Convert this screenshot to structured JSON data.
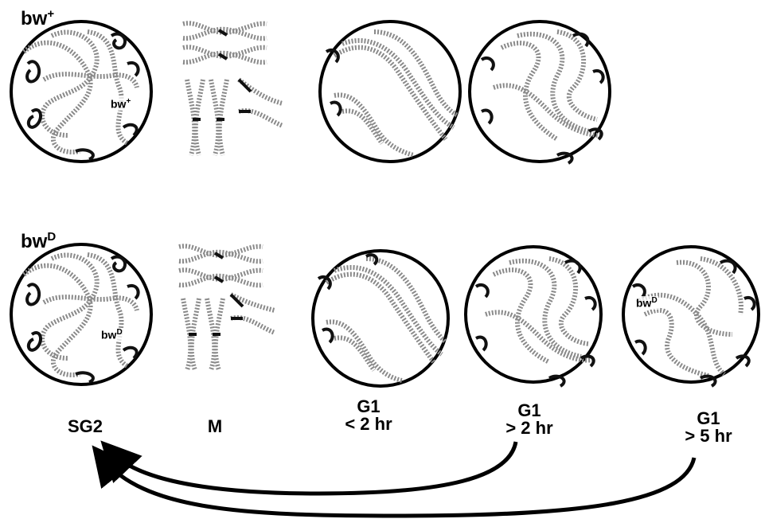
{
  "rows": [
    {
      "label_base": "bw",
      "label_sup": "+",
      "inset_base": "bw",
      "inset_sup": "+"
    },
    {
      "label_base": "bw",
      "label_sup": "D",
      "inset_base": "bw",
      "inset_sup": "D",
      "inset2_base": "bw",
      "inset2_sup": "D"
    }
  ],
  "stages": [
    {
      "line1": "SG2",
      "line2": ""
    },
    {
      "line1": "M",
      "line2": ""
    },
    {
      "line1": "G1",
      "line2": "< 2 hr"
    },
    {
      "line1": "G1",
      "line2": "> 2 hr"
    },
    {
      "line1": "G1",
      "line2": "> 5 hr"
    }
  ],
  "colors": {
    "chromatin": "#8a8a8a",
    "outline": "#000000",
    "heterochromatin": "#111111"
  }
}
